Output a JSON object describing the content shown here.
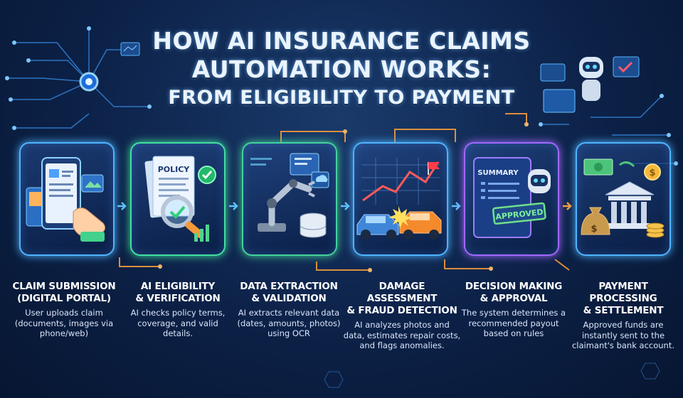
{
  "title": {
    "line1": "How AI Insurance Claims",
    "line2": "Automation Works:",
    "line3": "From Eligibility to Payment"
  },
  "stages": [
    {
      "id": "claim-submission",
      "title_line1": "Claim Submission",
      "title_line2": "(Digital Portal)",
      "description": "User uploads claim (documents, images via phone/web)",
      "accent": "#4fb4ff",
      "icon": "phone-upload-icon"
    },
    {
      "id": "eligibility",
      "title_line1": "AI Eligibility",
      "title_line2": "& Verification",
      "description": "AI checks policy terms, coverage, and valid details.",
      "accent": "#41e0a0",
      "icon": "policy-magnifier-icon",
      "label": "POLICY"
    },
    {
      "id": "data-extraction",
      "title_line1": "Data Extraction",
      "title_line2": "& Validation",
      "description": "AI extracts relevant data (dates, amounts, photos) using OCR",
      "accent": "#43d29a",
      "icon": "robot-arm-database-icon"
    },
    {
      "id": "damage-assessment",
      "title_line1": "Damage Assessment",
      "title_line2": "& Fraud Detection",
      "description": "AI analyzes photos and data, estimates repair costs, and flags anomalies.",
      "accent": "#4fb4ff",
      "icon": "car-collision-icon"
    },
    {
      "id": "decision",
      "title_line1": "Decision Making",
      "title_line2": "& Approval",
      "description": "The system determines a recommended payout based on rules",
      "accent": "#a068ff",
      "icon": "summary-approved-icon",
      "label": "SUMMARY",
      "stamp": "APPROVED"
    },
    {
      "id": "payment",
      "title_line1": "Payment Processing",
      "title_line2": "& Settlement",
      "description": "Approved funds are instantly sent to the claimant's bank account.",
      "accent": "#4fb4ff",
      "icon": "bank-money-icon"
    }
  ],
  "colors": {
    "background": "#0c2147",
    "circuit": "#3aa0ff",
    "orange": "#f29a3a",
    "arrow": "#5fc0ff"
  }
}
